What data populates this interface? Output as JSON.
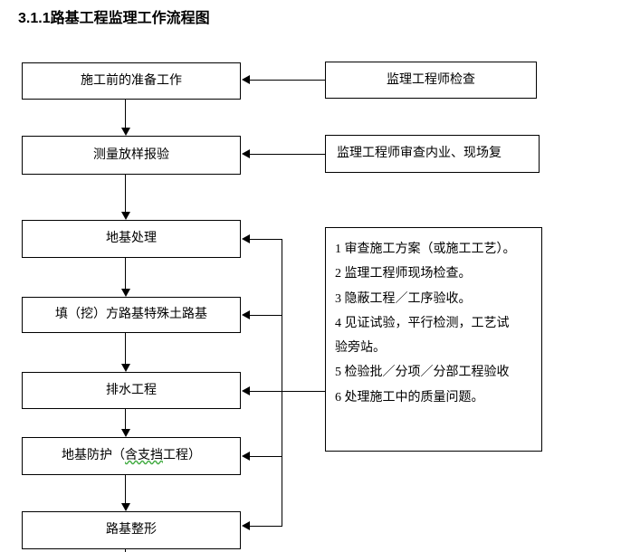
{
  "title": "3.1.1路基工程监理工作流程图",
  "flow": {
    "left_column": [
      {
        "id": "prep",
        "label": "施工前的准备工作"
      },
      {
        "id": "survey",
        "label": "测量放样报验"
      },
      {
        "id": "foundation",
        "label": "地基处理"
      },
      {
        "id": "subgrade",
        "label": "填（挖）方路基特殊土路基"
      },
      {
        "id": "drainage",
        "label": "排水工程"
      },
      {
        "id": "protection_prefix",
        "label": "地基防护（"
      },
      {
        "id": "protection_spell",
        "label": "含支挡"
      },
      {
        "id": "protection_suffix",
        "label": "工程）"
      },
      {
        "id": "shaping",
        "label": "路基整形"
      }
    ],
    "right_column": [
      {
        "id": "inspect",
        "label": "监理工程师检查"
      },
      {
        "id": "review",
        "label": "监理工程师审查内业、现场复"
      }
    ],
    "notes_panel": {
      "lines": [
        "1 审查施工方案（或施工工艺）。",
        "2 监理工程师现场检查。",
        "3 隐蔽工程／工序验收。",
        "4 见证试验，平行检测，工艺试",
        "验旁站。",
        "5 检验批／分项／分部工程验收",
        "6 处理施工中的质量问题。"
      ]
    }
  },
  "colors": {
    "line": "#000000",
    "background": "#ffffff",
    "spellcheck_underline": "#3faa3f"
  }
}
